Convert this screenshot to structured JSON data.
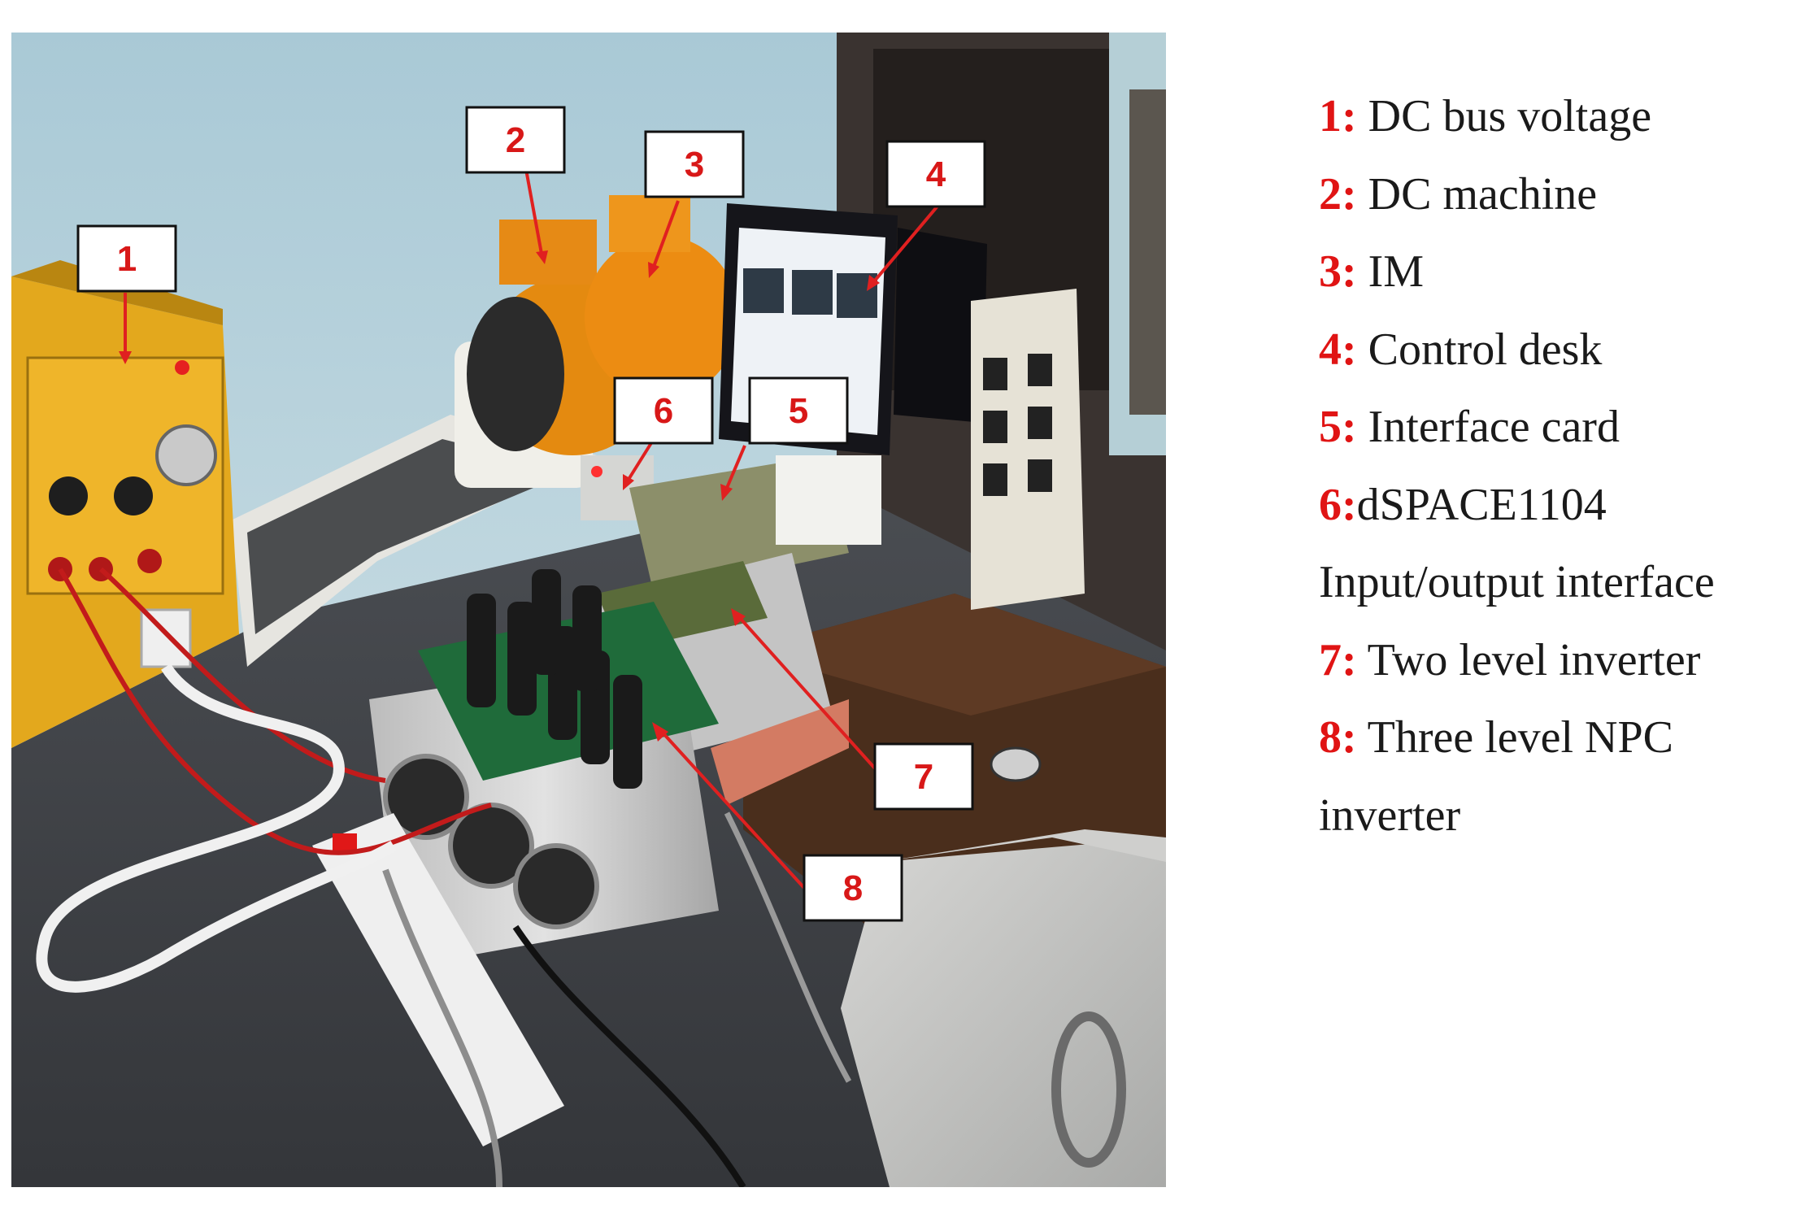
{
  "callouts": [
    {
      "num": "1",
      "label": "DC bus voltage"
    },
    {
      "num": "2",
      "label": "DC machine"
    },
    {
      "num": "3",
      "label": "IM"
    },
    {
      "num": "4",
      "label": "Control desk"
    },
    {
      "num": "5",
      "label": "Interface card"
    },
    {
      "num": "6",
      "label": "dSPACE1104"
    },
    {
      "num": "7",
      "label": "Two level inverter"
    },
    {
      "num": "8",
      "label": "Three level NPC"
    }
  ],
  "legend": [
    {
      "num": "1:",
      "text": " DC bus voltage"
    },
    {
      "num": "2:",
      "text": " DC machine"
    },
    {
      "num": "3:",
      "text": " IM"
    },
    {
      "num": "4:",
      "text": " Control desk"
    },
    {
      "num": "5:",
      "text": " Interface card"
    },
    {
      "num": "6:",
      "text": "dSPACE1104"
    },
    {
      "num": "",
      "text": "Input/output interface"
    },
    {
      "num": "7:",
      "text": " Two level inverter"
    },
    {
      "num": "8:",
      "text": " Three level NPC"
    },
    {
      "num": "",
      "text": "inverter"
    }
  ],
  "colors": {
    "label_red": "#e01414",
    "label_text": "#1a1a1a",
    "arrow_red": "#e02020"
  }
}
